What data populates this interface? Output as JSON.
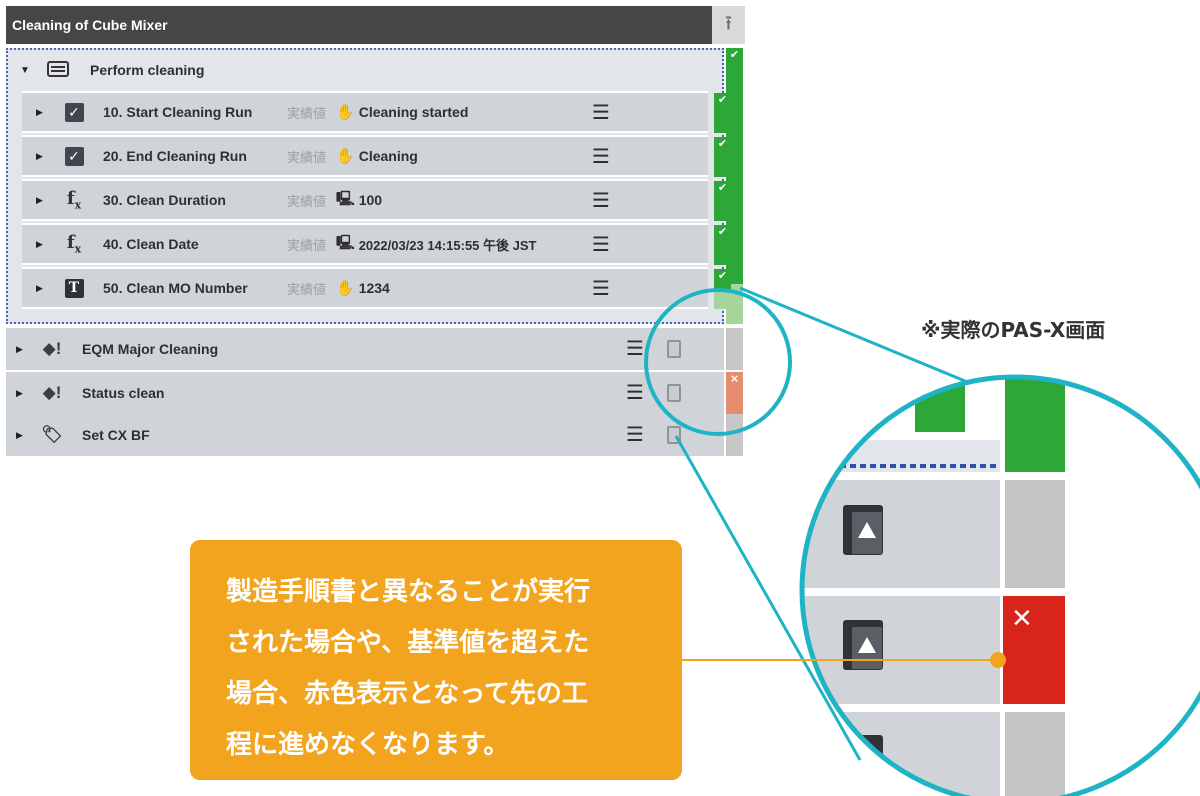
{
  "panel": {
    "title": "Cleaning of Cube Mixer",
    "collapse_icon": "collapse-up-icon",
    "group": {
      "label": "Perform cleaning",
      "status": "ok",
      "check_glyph": "✔"
    },
    "tasks": [
      {
        "number_label": "10. Start Cleaning Run",
        "icon": "checkbox-icon",
        "value_label": "実績値",
        "source_icon": "hand-icon",
        "value": "Cleaning started",
        "status": "ok"
      },
      {
        "number_label": "20. End Cleaning Run",
        "icon": "checkbox-icon",
        "value_label": "実績値",
        "source_icon": "hand-icon",
        "value": "Cleaning",
        "status": "ok"
      },
      {
        "number_label": "30. Clean Duration",
        "icon": "formula-icon",
        "value_label": "実績値",
        "source_icon": "computer-icon",
        "value": "100",
        "status": "ok"
      },
      {
        "number_label": "40. Clean Date",
        "icon": "formula-icon",
        "value_label": "実績値",
        "source_icon": "computer-icon",
        "value": "2022/03/23 14:15:55 午後 JST",
        "status": "ok"
      },
      {
        "number_label": "50. Clean MO Number",
        "icon": "text-icon",
        "value_label": "実績値",
        "source_icon": "hand-icon",
        "value": "1234",
        "status": "ok"
      }
    ],
    "operations": [
      {
        "label": "EQM Major Cleaning",
        "icon": "equipment-alert-icon",
        "status": "pending"
      },
      {
        "label": "Status clean",
        "icon": "equipment-alert-icon",
        "status": "error",
        "error_glyph": "×"
      },
      {
        "label": "Set CX BF",
        "icon": "tag-icon",
        "status": "pending"
      }
    ]
  },
  "zoom": {
    "error_glyph": "✕"
  },
  "annotations": {
    "note": "※実際のPAS-X画面",
    "callout_lines": [
      "製造手順書と異なることが実行",
      "された場合や、基準値を超えた",
      "場合、赤色表示となって先の工",
      "程に進めなくなります。"
    ]
  },
  "colors": {
    "ok_green": "#2da738",
    "error_red": "#d9241c",
    "error_light": "#e48c6c",
    "callout_orange": "#f2a41e",
    "zoom_ring": "#1fb3c6"
  }
}
